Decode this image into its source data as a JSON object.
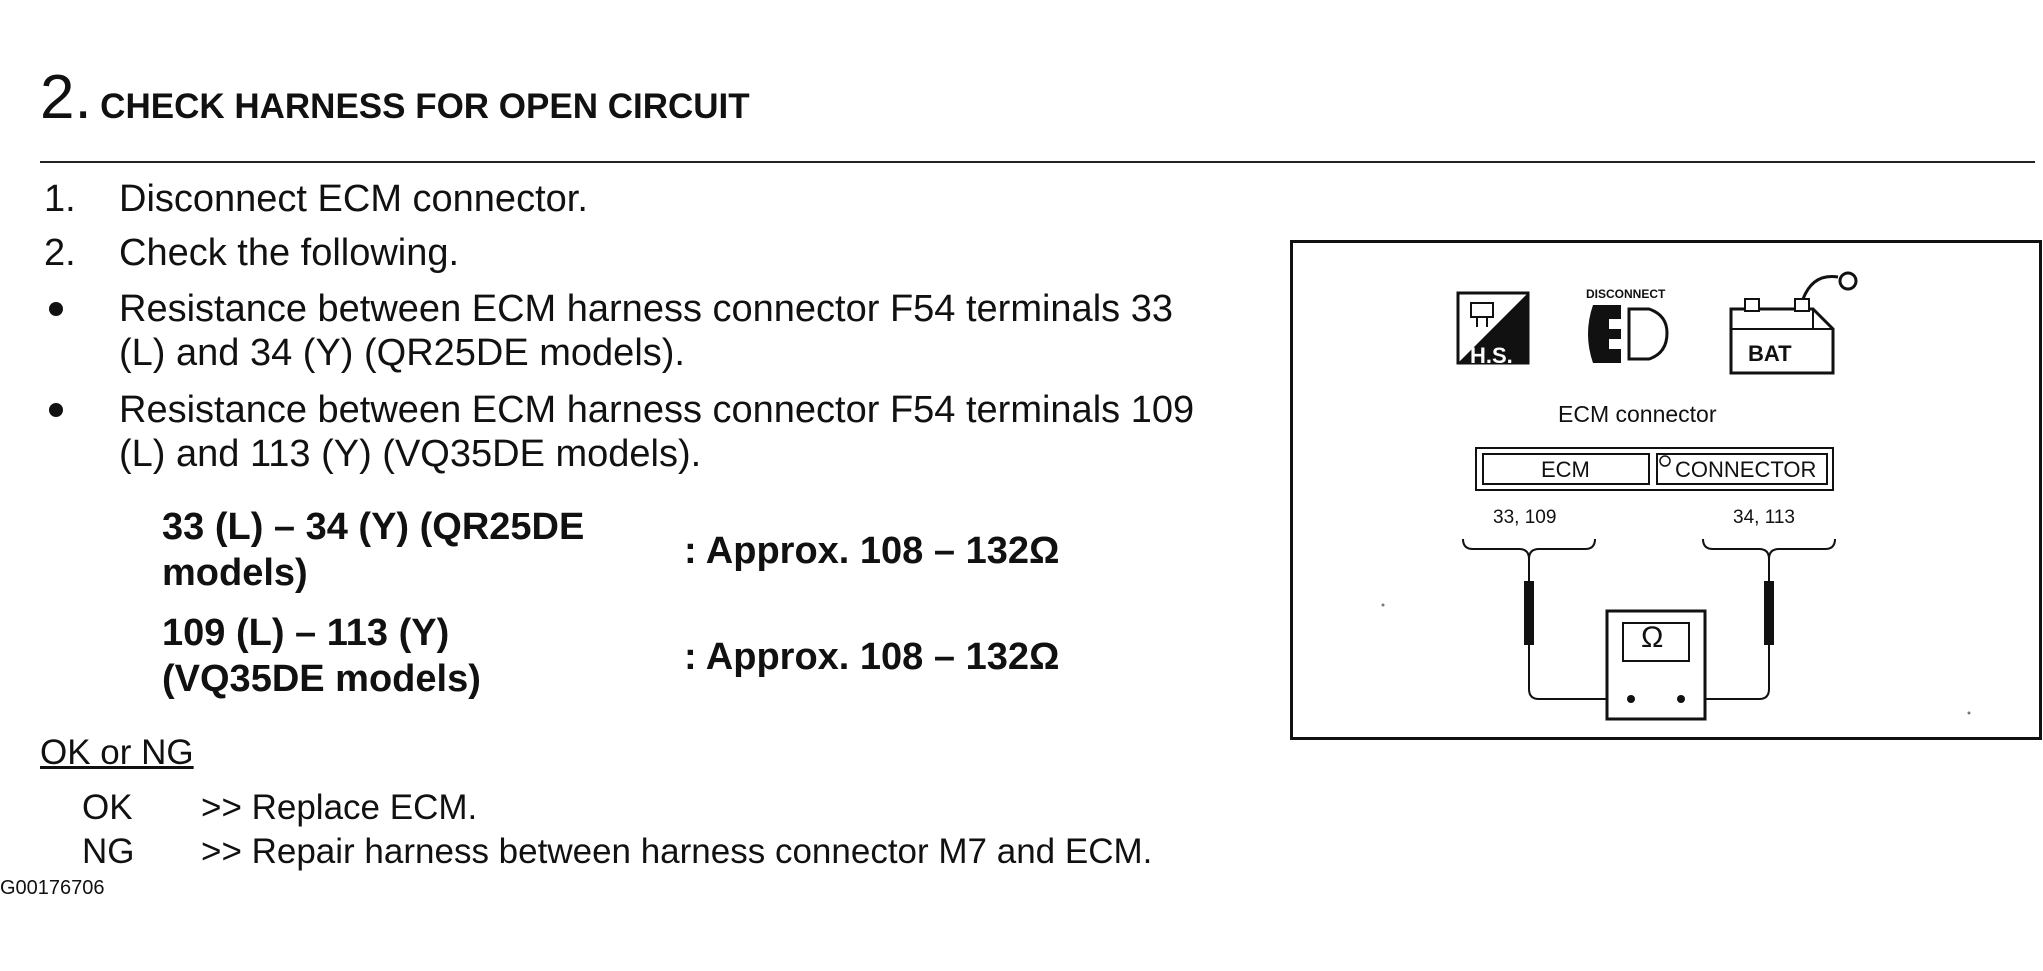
{
  "heading": {
    "number": "2.",
    "title": "CHECK HARNESS FOR OPEN CIRCUIT"
  },
  "steps": [
    {
      "marker": "1.",
      "text": "Disconnect ECM connector."
    },
    {
      "marker": "2.",
      "text": "Check the following."
    }
  ],
  "bullets": [
    {
      "line1": "Resistance between ECM harness connector F54 terminals 33",
      "line2": "(L) and 34 (Y) (QR25DE models)."
    },
    {
      "line1": "Resistance between ECM harness connector F54 terminals 109",
      "line2": "(L) and 113 (Y) (VQ35DE models)."
    }
  ],
  "specs": [
    {
      "label_line1": "33 (L) – 34 (Y) (QR25DE",
      "label_line2": "models)",
      "value": ": Approx. 108 – 132Ω"
    },
    {
      "label_line1": "109 (L) – 113 (Y)",
      "label_line2": "(VQ35DE models)",
      "value": ": Approx. 108 – 132Ω"
    }
  ],
  "result_heading": "OK or NG",
  "results": [
    {
      "code": "OK",
      "text": ">> Replace ECM."
    },
    {
      "code": "NG",
      "text": ">> Repair harness between harness connector M7 and ECM."
    }
  ],
  "figure_code": "G00176706",
  "figure": {
    "icons": [
      {
        "name": "harness-icon",
        "text": "H.S."
      },
      {
        "name": "disconnect-icon",
        "text": "DISCONNECT"
      },
      {
        "name": "battery-icon",
        "text": "BAT"
      }
    ],
    "caption": "ECM connector",
    "connector_left": "ECM",
    "connector_right": "CONNECTOR",
    "terminals_left": "33, 109",
    "terminals_right": "34, 113",
    "meter_symbol": "Ω"
  }
}
